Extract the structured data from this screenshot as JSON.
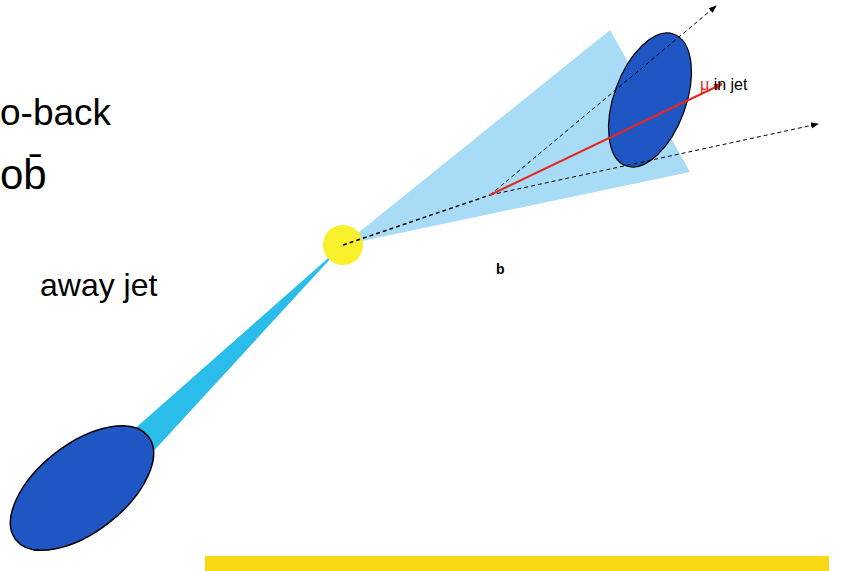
{
  "diagram": {
    "labels": [
      "o-back",
      "ob̄",
      "away jet",
      "μ in jet",
      "b"
    ]
  }
}
